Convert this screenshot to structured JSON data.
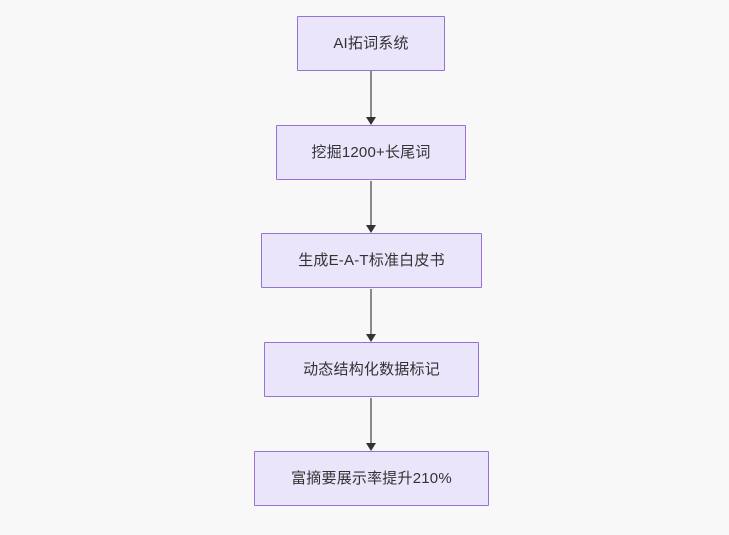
{
  "diagram": {
    "type": "flowchart",
    "direction": "top-to-bottom",
    "background_color": "#f8f8f8",
    "node_fill_color": "#eae5fb",
    "node_border_color": "#9673d3",
    "node_text_color": "#333333",
    "edge_color": "#8a8a8a",
    "arrowhead_color": "#333333",
    "nodes": [
      {
        "id": "n1",
        "label": "AI拓词系统"
      },
      {
        "id": "n2",
        "label": "挖掘1200+长尾词"
      },
      {
        "id": "n3",
        "label": "生成E-A-T标准白皮书"
      },
      {
        "id": "n4",
        "label": "动态结构化数据标记"
      },
      {
        "id": "n5",
        "label": "富摘要展示率提升210%"
      }
    ],
    "edges": [
      {
        "from": "n1",
        "to": "n2"
      },
      {
        "from": "n2",
        "to": "n3"
      },
      {
        "from": "n3",
        "to": "n4"
      },
      {
        "from": "n4",
        "to": "n5"
      }
    ]
  }
}
